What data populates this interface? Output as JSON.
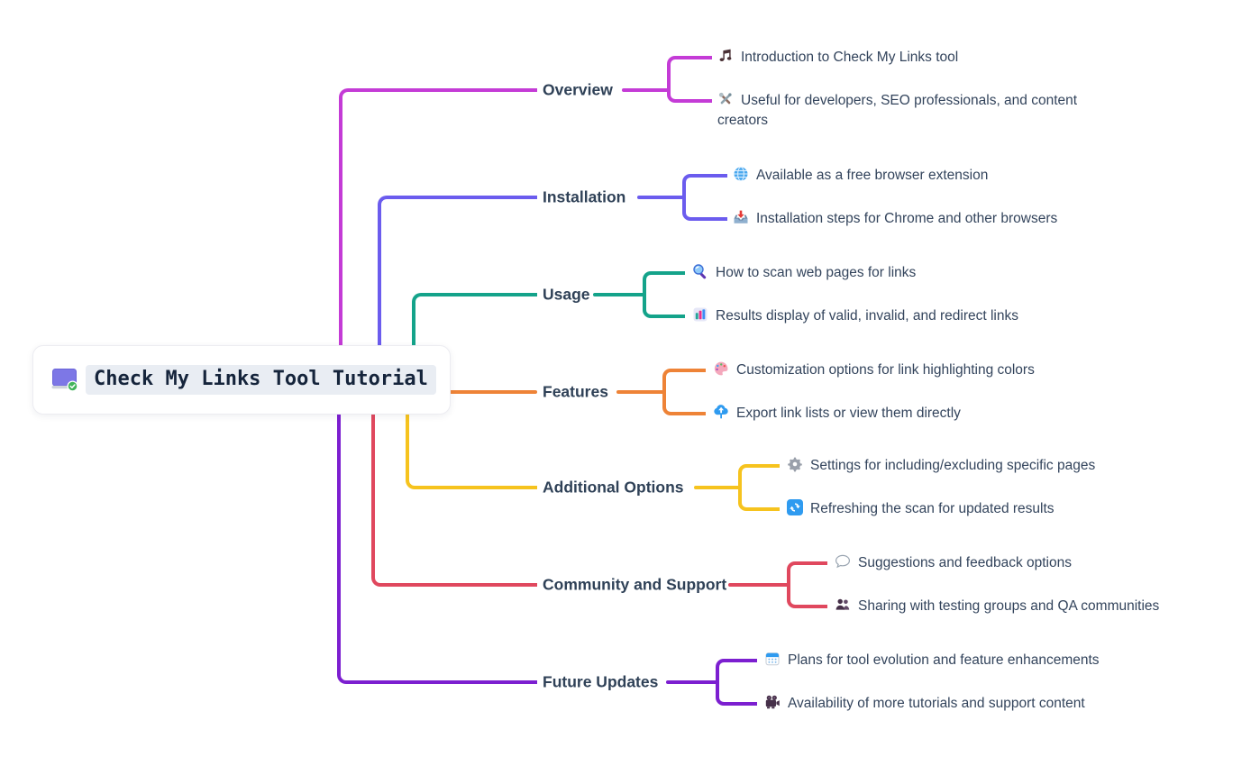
{
  "root": {
    "title": "Check My Links Tool Tutorial",
    "icon": "display-with-check"
  },
  "branches": [
    {
      "label": "Overview",
      "color": "#c43bd6",
      "children": [
        {
          "icon": "music-notes",
          "text": "Introduction to Check My Links tool"
        },
        {
          "icon": "hammer-wrench",
          "text": "Useful for developers, SEO professionals, and content creators"
        }
      ]
    },
    {
      "label": "Installation",
      "color": "#6b5cee",
      "children": [
        {
          "icon": "globe",
          "text": "Available as a free browser extension"
        },
        {
          "icon": "inbox-tray",
          "text": "Installation steps for Chrome and other browsers"
        }
      ]
    },
    {
      "label": "Usage",
      "color": "#14a38a",
      "children": [
        {
          "icon": "magnifying-glass",
          "text": "How to scan web pages for links"
        },
        {
          "icon": "bar-chart",
          "text": "Results display of valid, invalid, and redirect links"
        }
      ]
    },
    {
      "label": "Features",
      "color": "#ee8337",
      "children": [
        {
          "icon": "palette",
          "text": "Customization options for link highlighting colors"
        },
        {
          "icon": "cloud-upload",
          "text": "Export link lists or view them directly"
        }
      ]
    },
    {
      "label": "Additional Options",
      "color": "#f6c31e",
      "children": [
        {
          "icon": "gear",
          "text": "Settings for including/excluding specific pages"
        },
        {
          "icon": "refresh",
          "text": "Refreshing the scan for updated results"
        }
      ]
    },
    {
      "label": "Community and Support",
      "color": "#e0485e",
      "children": [
        {
          "icon": "speech-balloon",
          "text": "Suggestions and feedback options"
        },
        {
          "icon": "busts-in-silhouette",
          "text": "Sharing with testing groups and QA communities"
        }
      ]
    },
    {
      "label": "Future Updates",
      "color": "#7c1fd0",
      "children": [
        {
          "icon": "calendar",
          "text": "Plans for tool evolution and feature enhancements"
        },
        {
          "icon": "movie-camera",
          "text": "Availability of more tutorials and support content"
        }
      ]
    }
  ]
}
